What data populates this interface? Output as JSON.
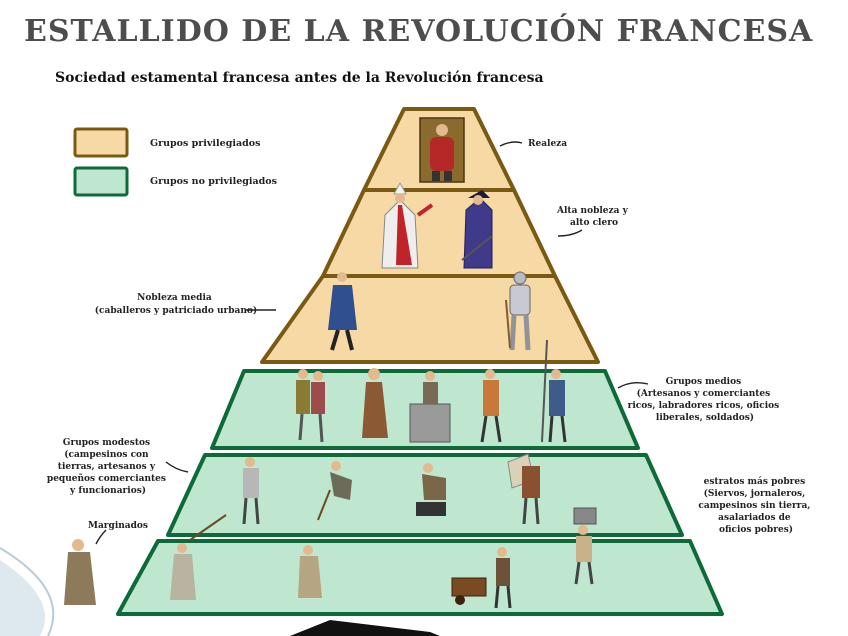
{
  "title": "ESTALLIDO DE LA REVOLUCIÓN FRANCESA",
  "subtitle": "Sociedad estamental francesa antes de la Revolución francesa",
  "legend": {
    "privileged": "Grupos privilegiados",
    "non_privileged": "Grupos no privilegiados"
  },
  "labels": {
    "realeza": "Realeza",
    "alta_nobleza": [
      "Alta nobleza y",
      "alto clero"
    ],
    "nobleza_media": [
      "Nobleza media",
      "(caballeros y patriciado urbano)"
    ],
    "grupos_medios": [
      "Grupos medios",
      "(Artesanos y comerciantes",
      "ricos, labradores ricos, oficios",
      "liberales, soldados)"
    ],
    "grupos_modestos": [
      "Grupos modestos",
      "(campesinos con",
      "tierras, artesanos y",
      "pequeños comerciantes",
      "y funcionarios)"
    ],
    "marginados": "Marginados",
    "estratos_pobres": [
      "estratos más pobres",
      "(Siervos, jornaleros,",
      "campesinos sin tierra,",
      "asalariados de",
      "oficios pobres)"
    ]
  },
  "colors": {
    "privileged_fill": "#f6d9a5",
    "privileged_stroke": "#7a5a12",
    "non_privileged_fill": "#bfe6cf",
    "non_privileged_stroke": "#0d6b3a"
  }
}
